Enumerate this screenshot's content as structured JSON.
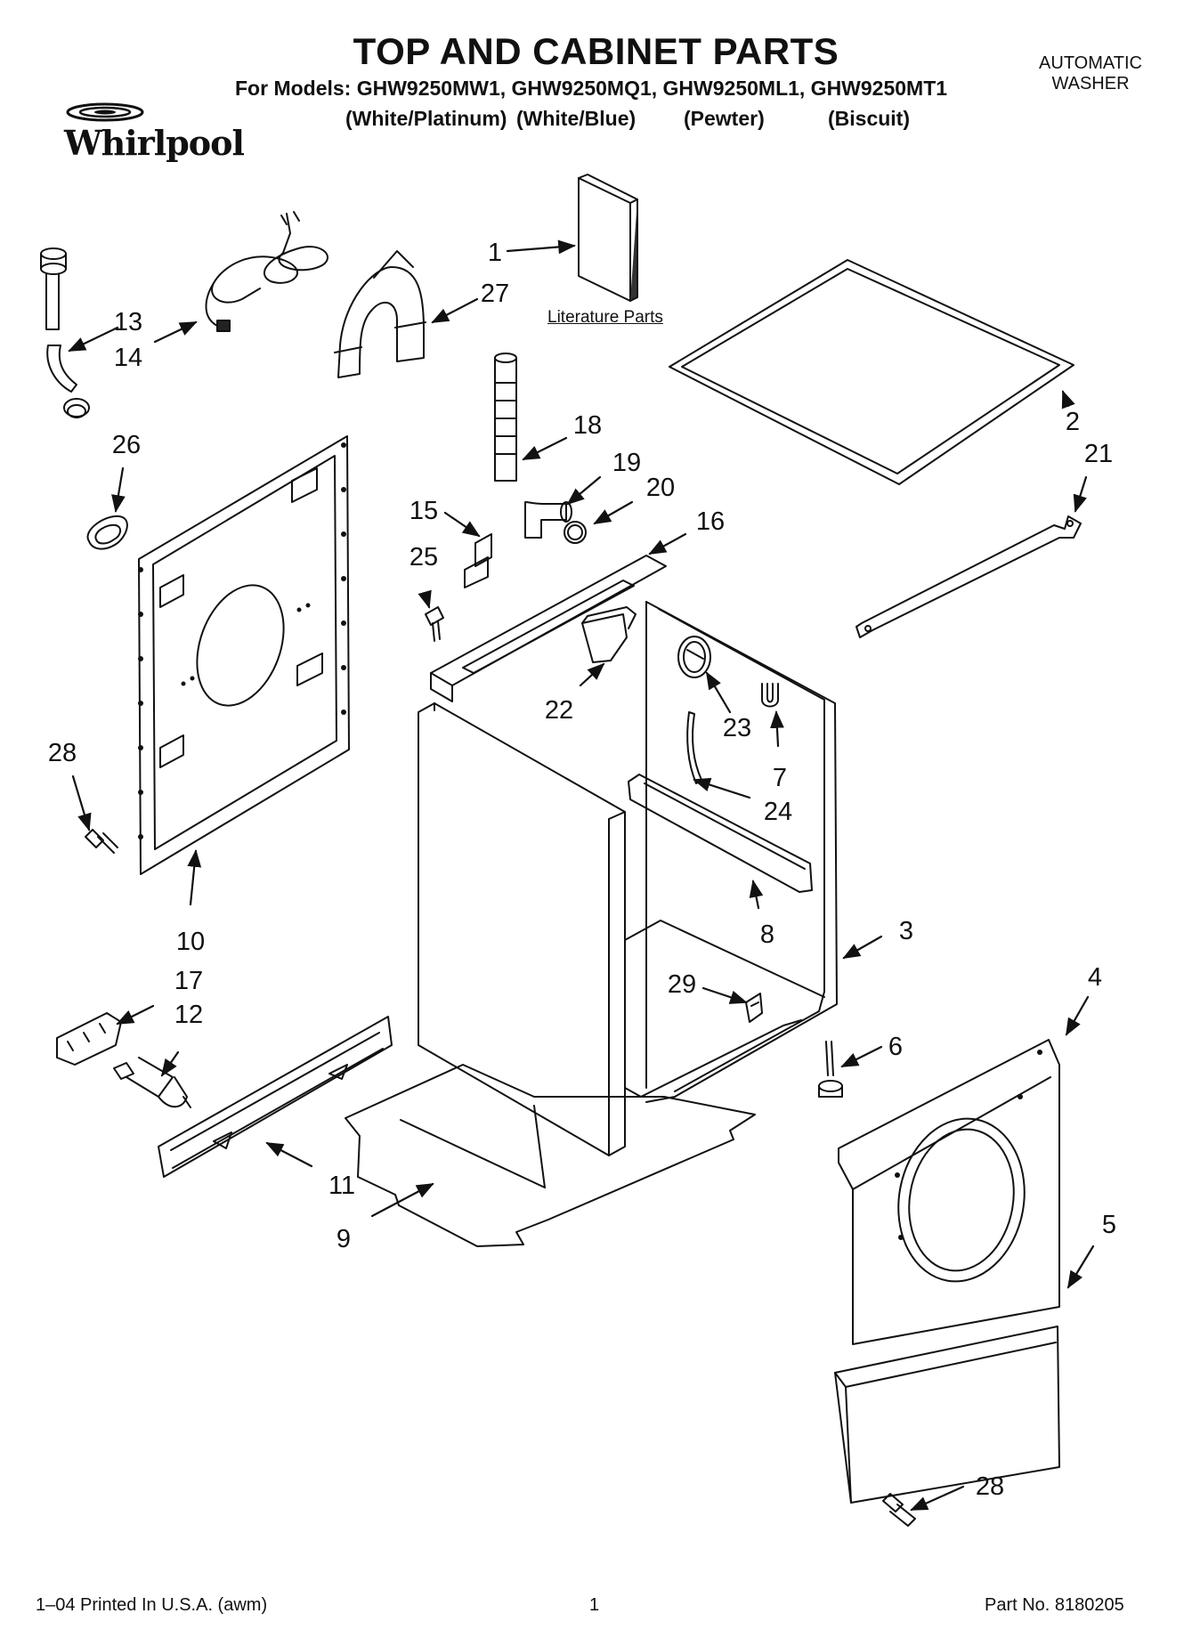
{
  "header": {
    "title": "TOP AND CABINET PARTS",
    "models": "For Models: GHW9250MW1, GHW9250MQ1, GHW9250ML1, GHW9250MT1",
    "colors": [
      "(White/Platinum)",
      "(White/Blue)",
      "(Pewter)",
      "(Biscuit)"
    ],
    "product_line1": "AUTOMATIC",
    "product_line2": "WASHER"
  },
  "brand": {
    "name": "Whirlpool"
  },
  "diagram": {
    "literature_label": "Literature Parts",
    "callouts": {
      "c1": "1",
      "c2": "2",
      "c3": "3",
      "c4": "4",
      "c5": "5",
      "c6": "6",
      "c7": "7",
      "c8": "8",
      "c9": "9",
      "c10": "10",
      "c11": "11",
      "c12": "12",
      "c13": "13",
      "c14": "14",
      "c15": "15",
      "c16": "16",
      "c17": "17",
      "c18": "18",
      "c19": "19",
      "c20": "20",
      "c21": "21",
      "c22": "22",
      "c23": "23",
      "c24": "24",
      "c25": "25",
      "c26": "26",
      "c27": "27",
      "c28a": "28",
      "c28b": "28",
      "c29": "29"
    }
  },
  "footer": {
    "printed": "1–04 Printed In U.S.A. (awm)",
    "page": "1",
    "part_no": "Part No. 8180205"
  }
}
